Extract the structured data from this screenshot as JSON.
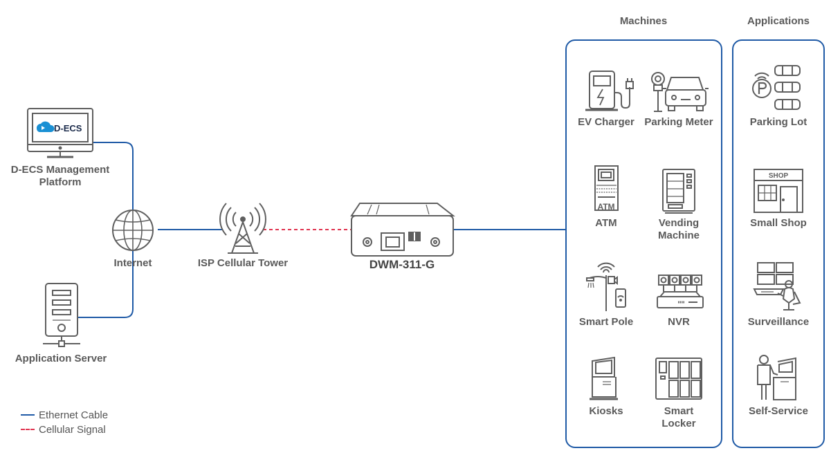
{
  "headers": {
    "machines": "Machines",
    "applications": "Applications"
  },
  "nodes": {
    "platform_logo": "D-ECS",
    "platform": [
      "D-ECS Management",
      "Platform"
    ],
    "internet": "Internet",
    "server": "Application Server",
    "tower": "ISP Cellular Tower",
    "device": "DWM-311-G"
  },
  "machines": {
    "ev": "EV Charger",
    "parking_meter": "Parking Meter",
    "atm": "ATM",
    "atm_screen_text": "ATM",
    "vending": [
      "Vending",
      "Machine"
    ],
    "smart_pole": "Smart Pole",
    "nvr": "NVR",
    "kiosks": "Kiosks",
    "locker": [
      "Smart",
      "Locker"
    ]
  },
  "applications": {
    "parking_lot": "Parking Lot",
    "small_shop": "Small Shop",
    "shop_sign": "SHOP",
    "surveillance": "Surveillance",
    "self_service": "Self-Service"
  },
  "legend": {
    "ethernet": "Ethernet Cable",
    "cellular": "Cellular Signal"
  },
  "colors": {
    "ethernet": "#1f5aa6",
    "cellular": "#e0334f",
    "icon": "#5f5f5f"
  }
}
